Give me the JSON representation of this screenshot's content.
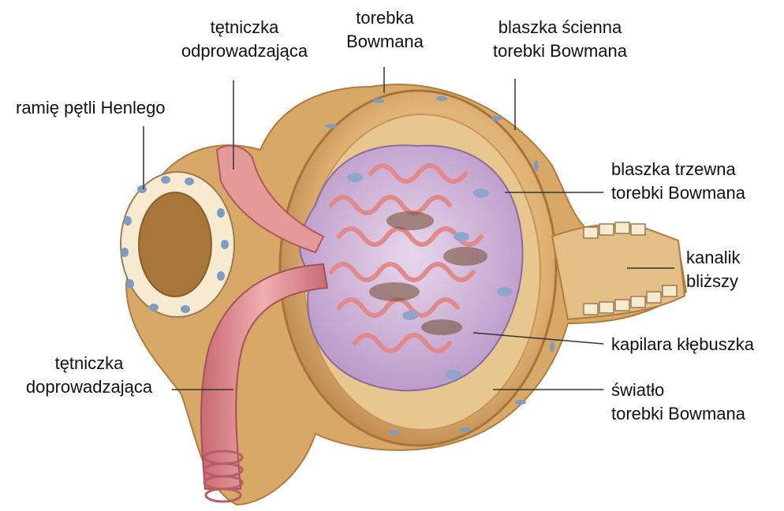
{
  "labels": {
    "efferent_arteriole": [
      "tętniczka",
      "odprowadzająca"
    ],
    "bowman_capsule": [
      "torebka",
      "Bowmana"
    ],
    "parietal_layer": [
      "blaszka ścienna",
      "torebki Bowmana"
    ],
    "henle_loop": [
      "ramię pętli Henlego"
    ],
    "visceral_layer": [
      "blaszka trzewna",
      "torebki Bowmana"
    ],
    "proximal_tubule": [
      "kanalik",
      "bliższy"
    ],
    "glomerular_capillary": [
      "kapilara kłębuszka"
    ],
    "afferent_arteriole": [
      "tętniczka",
      "doprowadzająca"
    ],
    "capsular_space": [
      "światło",
      "torebki Bowmana"
    ]
  },
  "colors": {
    "capsule": "#d9ab6a",
    "capsule_edge": "#b8834a",
    "capsule_inner": "#e8c690",
    "glomerulus": "#cdb3d6",
    "capillary": "#e08a8c",
    "artery": "#e59a9a",
    "artery_dark": "#c96a72",
    "tubule_cell": "#f6ead0",
    "nucleus": "#7f9cc0",
    "leader": "#333333"
  }
}
